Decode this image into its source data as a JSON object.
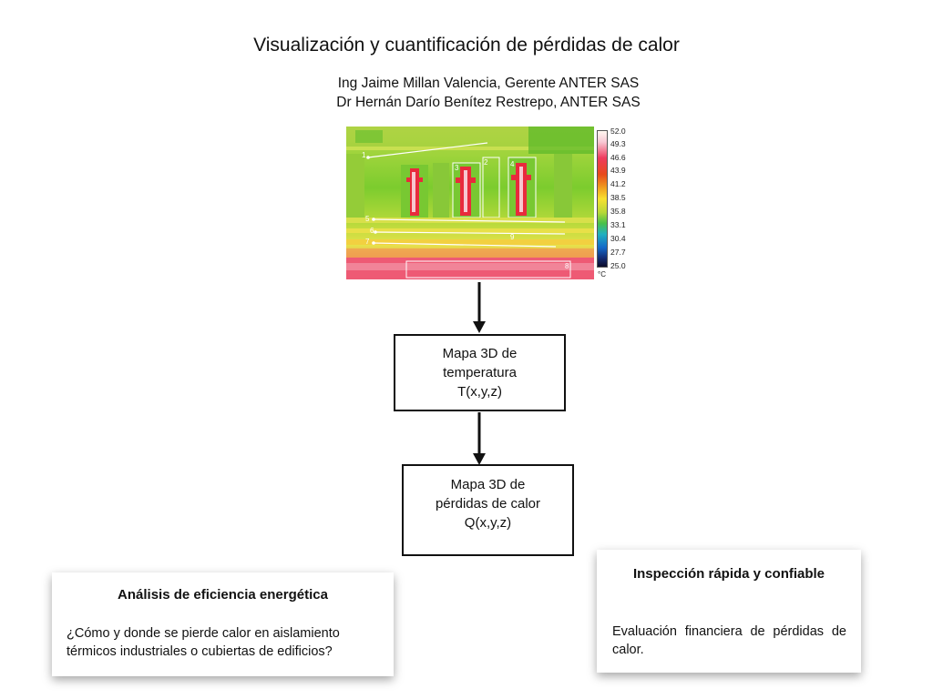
{
  "slide": {
    "title": "Visualización y cuantificación de pérdidas de calor",
    "author_line_1": "Ing Jaime Millan Valencia, Gerente ANTER SAS",
    "author_line_2": "Dr Hernán Darío Benítez Restrepo,  ANTER SAS"
  },
  "thermal_image": {
    "scale_ticks": [
      "52.0",
      "49.3",
      "46.6",
      "43.9",
      "41.2",
      "38.5",
      "35.8",
      "33.1",
      "30.4",
      "27.7",
      "25.0"
    ],
    "unit": "°C",
    "markers": [
      "1",
      "2",
      "3",
      "4",
      "5",
      "6",
      "7",
      "8",
      "9"
    ]
  },
  "flow": {
    "box1": [
      "Mapa 3D de",
      "temperatura",
      "T(x,y,z)"
    ],
    "box2": [
      "Mapa 3D de",
      "pérdidas de calor",
      "Q(x,y,z)"
    ]
  },
  "card_left": {
    "title": "Análisis de eficiencia energética",
    "body": "¿Cómo y donde se pierde calor en aislamiento térmicos industriales o cubiertas de edificios?"
  },
  "card_right": {
    "title": "Inspección rápida y confiable",
    "body": "Evaluación financiera de pérdidas de calor."
  },
  "colors": {
    "text": "#111111",
    "arrow": "#111111",
    "hot": "#e8283c",
    "warm": "#f0d030",
    "mid": "#7ccc2e",
    "cold": "#142a70"
  }
}
